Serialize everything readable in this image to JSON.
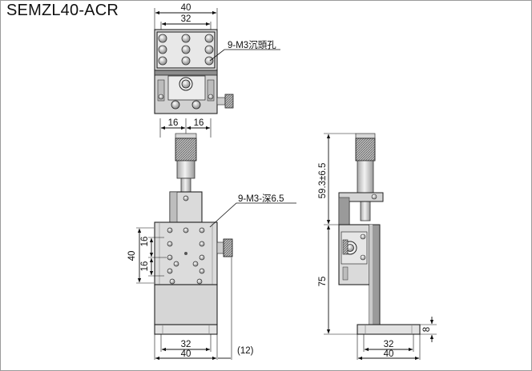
{
  "title": "SEMZL40-ACR",
  "top_view": {
    "dim_outer": "40",
    "dim_inner": "32",
    "callout": "9-M3沉頭孔"
  },
  "front_view": {
    "dim_half_left": "16",
    "dim_half_right": "16",
    "dim_height": "40",
    "dim_hole_upper": "16",
    "dim_hole_lower": "16",
    "dim_bottom_inner": "32",
    "dim_bottom_outer": "40",
    "dim_knob": "(12)",
    "callout": "9-M3-深6.5"
  },
  "side_view": {
    "dim_travel": "59.3±6.5",
    "dim_height": "75",
    "dim_base": "8",
    "dim_bottom_inner": "32",
    "dim_bottom_outer": "40"
  },
  "colors": {
    "body_fill": "#dcdcdc",
    "body_dark": "#8c8c8c",
    "line": "#111111"
  }
}
